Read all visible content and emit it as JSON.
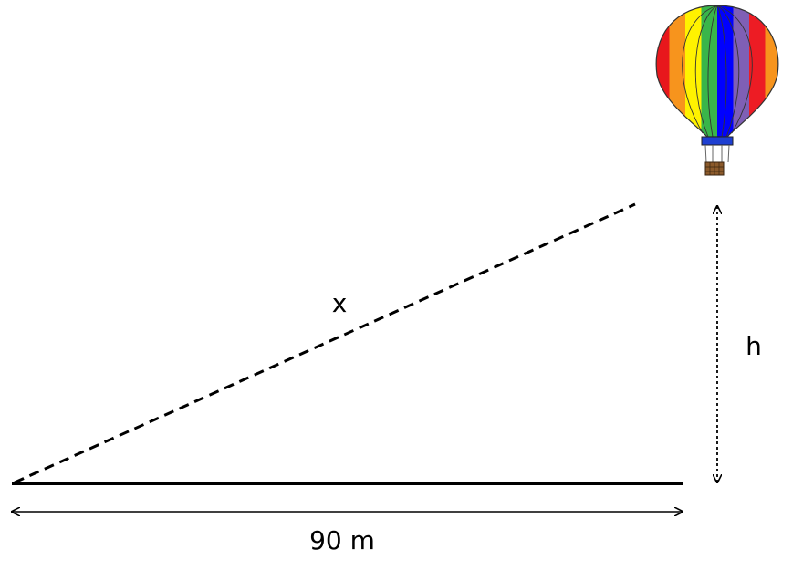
{
  "labels": {
    "hypotenuse": "x",
    "height": "h",
    "base": "90 m"
  },
  "icons": {
    "balloon": "hot-air-balloon-icon"
  },
  "colors": {
    "line": "#000000",
    "balloon_stripes": [
      "#e8171c",
      "#f7941d",
      "#fff200",
      "#39b54a",
      "#0000ff",
      "#7f5fb5",
      "#ed1c24",
      "#f7941d"
    ],
    "basket": "#8b5a2b",
    "band": "#1e3fd1"
  }
}
